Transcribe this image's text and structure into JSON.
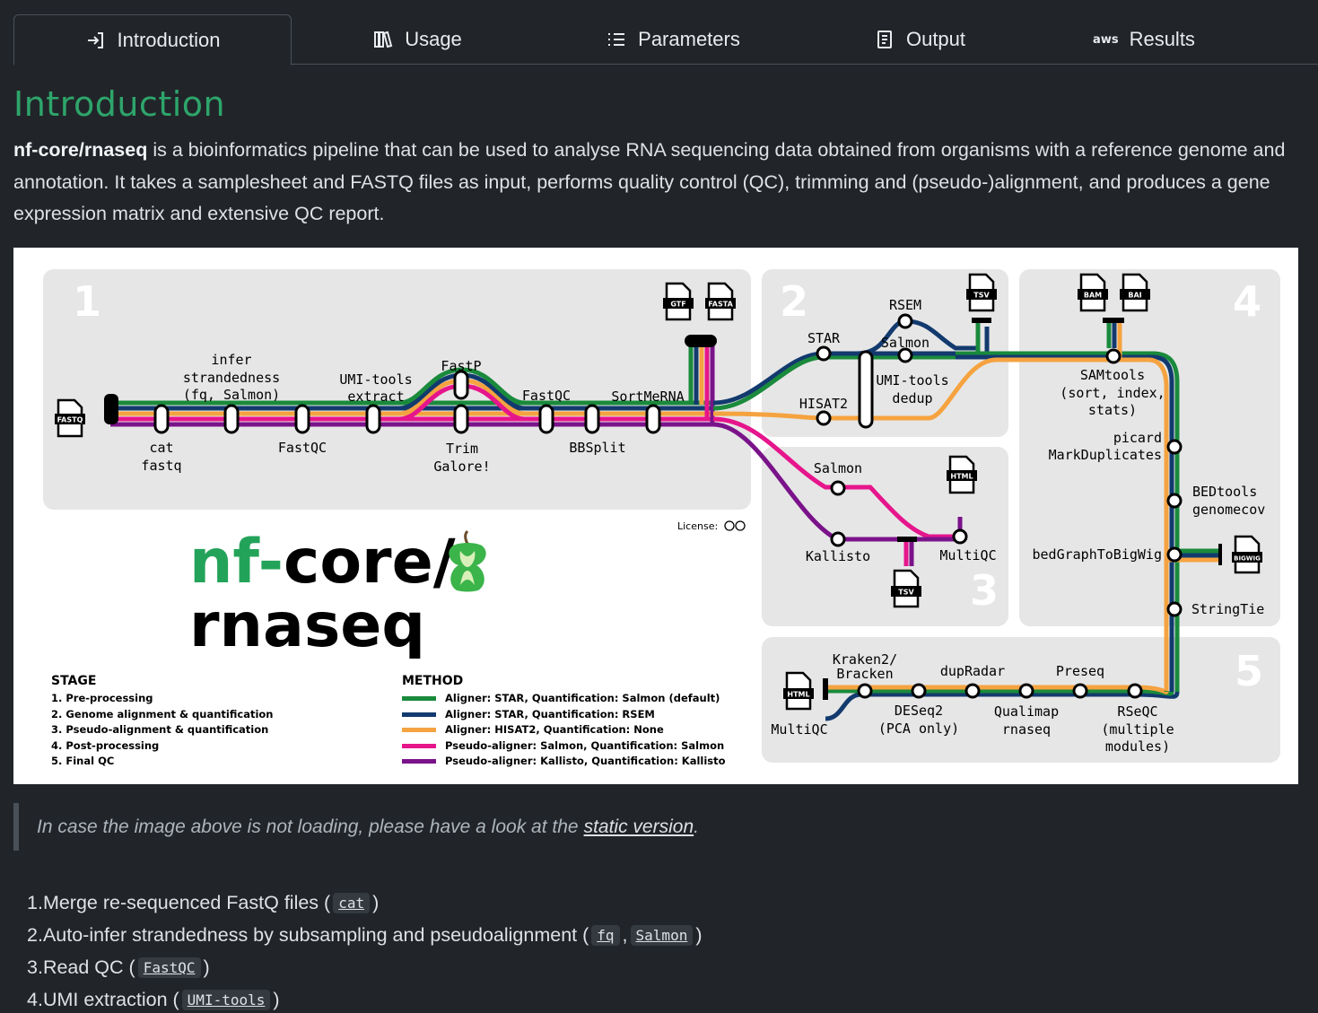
{
  "tabs": [
    {
      "label": "Introduction",
      "icon": "sign-in-icon",
      "active": true
    },
    {
      "label": "Usage",
      "icon": "books-icon"
    },
    {
      "label": "Parameters",
      "icon": "list-icon"
    },
    {
      "label": "Output",
      "icon": "report-icon"
    },
    {
      "label": "Results",
      "icon": "aws-icon",
      "icon_text": "aws"
    }
  ],
  "heading": "Introduction",
  "intro": {
    "pipeline_name": "nf-core/rnaseq",
    "text": " is a bioinformatics pipeline that can be used to analyse RNA sequencing data obtained from organisms with a reference genome and annotation. It takes a samplesheet and FASTQ files as input, performs quality control (QC), trimming and (pseudo-)alignment, and produces a gene expression matrix and extensive QC report."
  },
  "figure": {
    "logo_line1_prefix": "nf-",
    "logo_line1_suffix": "core/",
    "logo_line2": "rnaseq",
    "license": "License:",
    "stage_numbers": [
      "1",
      "2",
      "3",
      "4",
      "5"
    ],
    "stage_title": "STAGE",
    "stages": [
      "1. Pre-processing",
      "2. Genome alignment & quantification",
      "3. Pseudo-alignment & quantification",
      "4. Post-processing",
      "5. Final QC"
    ],
    "method_title": "METHOD",
    "methods": [
      {
        "label": "Aligner: STAR, Quantification: Salmon (default)",
        "color": "#1a8a3c"
      },
      {
        "label": "Aligner: STAR, Quantification: RSEM",
        "color": "#123a6e"
      },
      {
        "label": "Aligner: HISAT2, Quantification: None",
        "color": "#f5a340"
      },
      {
        "label": "Pseudo-aligner: Salmon, Quantification: Salmon",
        "color": "#e6158c"
      },
      {
        "label": "Pseudo-aligner: Kallisto, Quantification: Kallisto",
        "color": "#7a138a"
      }
    ],
    "files": {
      "fastq": "FASTQ",
      "gtf": "GTF",
      "fasta": "FASTA",
      "tsv": "TSV",
      "bam": "BAM",
      "bai": "BAI",
      "html": "HTML",
      "bigwig": "BIGWIG"
    },
    "labels": {
      "infer1": "infer",
      "infer2": "strandedness",
      "infer3": "(fq, Salmon)",
      "cat1": "cat",
      "cat2": "fastq",
      "fastqc_pre": "FastQC",
      "umi_extract1": "UMI-tools",
      "umi_extract2": "extract",
      "fastp": "FastP",
      "trim1": "Trim",
      "trim2": "Galore!",
      "fastqc_post": "FastQC",
      "bbsplit": "BBSplit",
      "sortmerna": "SortMeRNA",
      "star": "STAR",
      "rsem": "RSEM",
      "salmon_quant": "Salmon",
      "umi_dedup1": "UMI-tools",
      "umi_dedup2": "dedup",
      "hisat2": "HISAT2",
      "samtools1": "SAMtools",
      "samtools2": "(sort, index,",
      "samtools3": "stats)",
      "picard1": "picard",
      "picard2": "MarkDuplicates",
      "bedtools1": "BEDtools",
      "bedtools2": "genomecov",
      "bedgraph": "bedGraphToBigWig",
      "stringtie": "StringTie",
      "salmon_pseudo": "Salmon",
      "kallisto": "Kallisto",
      "multiqc3": "MultiQC",
      "kraken1": "Kraken2/",
      "kraken2": "Bracken",
      "dupradar": "dupRadar",
      "preseq": "Preseq",
      "multiqc5": "MultiQC",
      "deseq1": "DESeq2",
      "deseq2": "(PCA only)",
      "qualimap1": "Qualimap",
      "qualimap2": "rnaseq",
      "rseqc1": "RSeQC",
      "rseqc2": "(multiple",
      "rseqc3": "modules)"
    }
  },
  "quote": {
    "text": "In case the image above is not loading, please have a look at the ",
    "link": "static version",
    "after": "."
  },
  "steps": [
    {
      "num": "1. ",
      "text": "Merge re-sequenced FastQ files (",
      "codes": [
        "cat"
      ],
      "end": ")"
    },
    {
      "num": "2. ",
      "text": "Auto-infer strandedness by subsampling and pseudoalignment (",
      "codes": [
        "fq",
        "Salmon"
      ],
      "end": ")"
    },
    {
      "num": "3. ",
      "text": "Read QC (",
      "codes": [
        "FastQC"
      ],
      "end": ")"
    },
    {
      "num": "4. ",
      "text": "UMI extraction (",
      "codes": [
        "UMI-tools"
      ],
      "end": ")"
    }
  ]
}
